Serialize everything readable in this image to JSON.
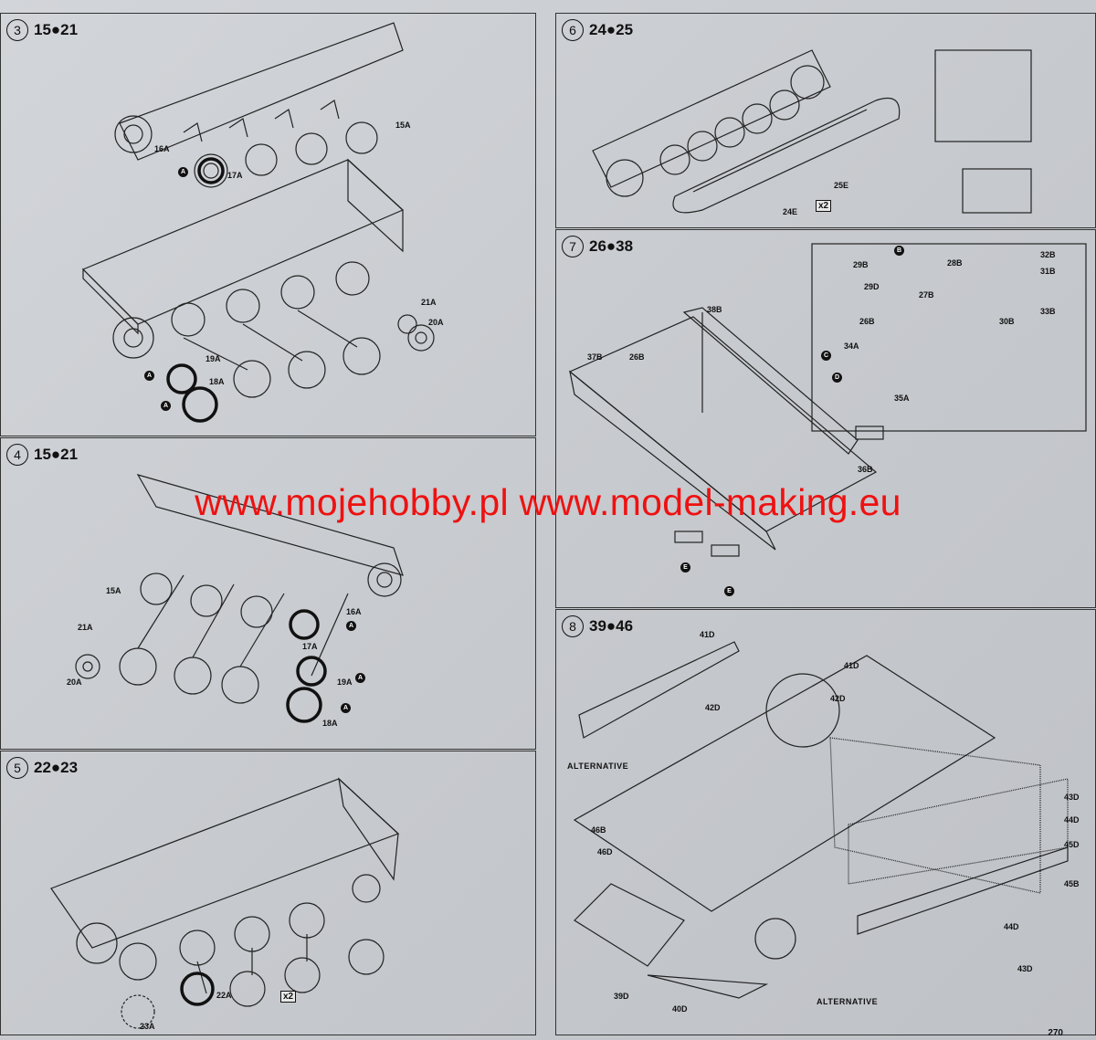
{
  "steps": [
    {
      "id": "s3",
      "number": "3",
      "parts": "15●21"
    },
    {
      "id": "s4",
      "number": "4",
      "parts": "15●21"
    },
    {
      "id": "s5",
      "number": "5",
      "parts": "22●23"
    },
    {
      "id": "s6",
      "number": "6",
      "parts": "24●25"
    },
    {
      "id": "s7",
      "number": "7",
      "parts": "26●38"
    },
    {
      "id": "s8",
      "number": "8",
      "parts": "39●46"
    }
  ],
  "labels": {
    "s3": [
      "16A",
      "17A",
      "15A",
      "19A",
      "18A",
      "21A",
      "20A"
    ],
    "s4": [
      "15A",
      "21A",
      "20A",
      "16A",
      "17A",
      "19A",
      "18A"
    ],
    "s5": [
      "22A",
      "23A"
    ],
    "s6": [
      "24E",
      "25E"
    ],
    "s7": [
      "37B",
      "26B",
      "38B",
      "36B",
      "29B",
      "29D",
      "28B",
      "27B",
      "26B",
      "34A",
      "35A",
      "30B",
      "32B",
      "31B",
      "33B"
    ],
    "s8": [
      "41D",
      "42D",
      "41D",
      "42D",
      "43D",
      "44D",
      "45D",
      "45B",
      "44D",
      "43D",
      "46B",
      "46D",
      "39D",
      "40D"
    ]
  },
  "multiplier": "x2",
  "alternative": "ALTERNATIVE",
  "marker_letters": {
    "a": "A",
    "b": "B",
    "c": "C",
    "d": "D",
    "e": "E"
  },
  "watermark": "www.mojehobby.pl  www.model-making.eu",
  "page_number": "270",
  "colors": {
    "watermark": "#ee1111",
    "ink": "#111111",
    "paper": "#c9ccd0"
  }
}
